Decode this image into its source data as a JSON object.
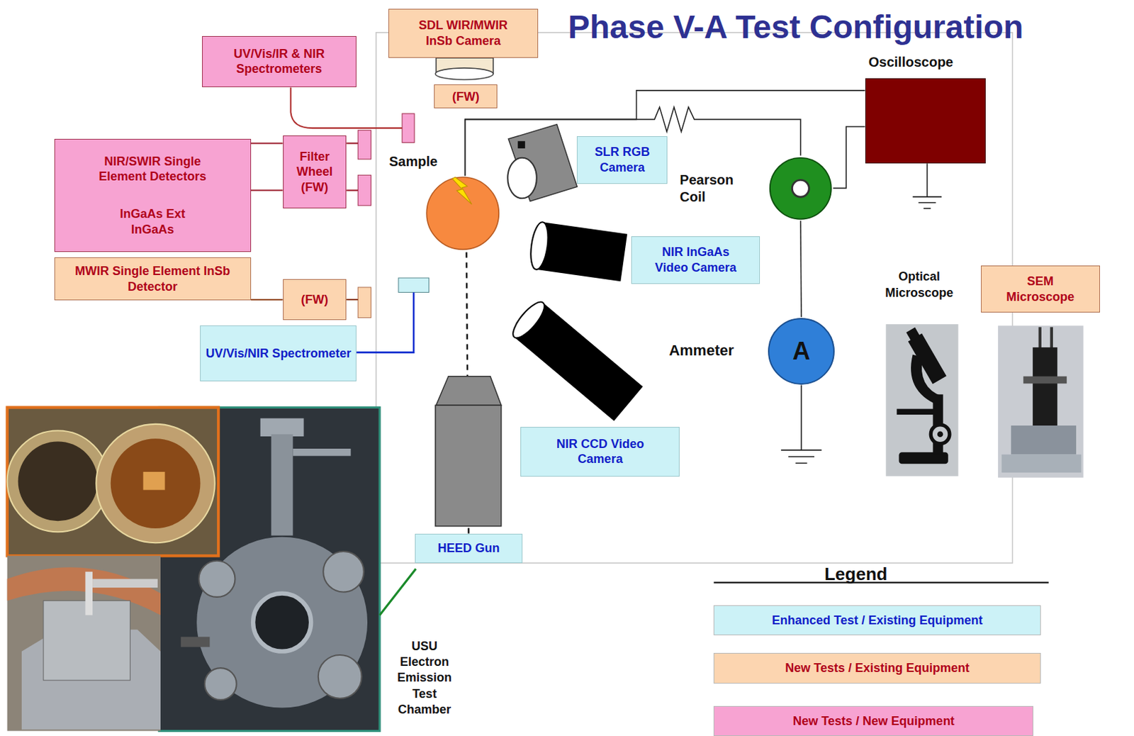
{
  "diagram": {
    "title": "Phase V-A Test Configuration",
    "nodes": [
      {
        "text": [
          "SDL WIR/MWIR InSb Camera"
        ]
      },
      {
        "text": [
          "(FW)"
        ]
      },
      {
        "text": [
          "UV/Vis/IR & NIR Spectrometers"
        ]
      },
      {
        "text": [
          "NIR/SWIR Single Element Detectors",
          "InGaAs Ext InGaAs"
        ]
      },
      {
        "text": [
          "Filter Wheel (FW)"
        ]
      },
      {
        "text": [
          "Sample"
        ]
      },
      {
        "text": [
          "SLR RGB Camera"
        ]
      },
      {
        "text": [
          "Oscilloscope"
        ]
      },
      {
        "text": [
          "Pearson Coil"
        ]
      },
      {
        "text": [
          "NIR InGaAs Video Camera"
        ]
      },
      {
        "text": [
          "MWIR Single Element InSb Detector"
        ]
      },
      {
        "text": [
          "(FW)"
        ]
      },
      {
        "text": [
          "SEM Microscope"
        ]
      },
      {
        "text": [
          "UV/Vis/NIR Spectrometer"
        ]
      },
      {
        "text": [
          "Ammeter",
          "A"
        ]
      },
      {
        "text": [
          "NIR CCD Video Camera"
        ]
      },
      {
        "text": [
          "HEED Gun"
        ]
      }
    ],
    "edges": [
      {
        "from": 3,
        "to": 4,
        "arrow": "none"
      },
      {
        "from": 3,
        "to": 4,
        "arrow": "none"
      },
      {
        "from": 10,
        "to": 11,
        "arrow": "none"
      },
      {
        "from": 16,
        "to": 5,
        "arrow": "none"
      },
      {
        "from": 5,
        "to": 8,
        "arrow": "none"
      },
      {
        "from": 5,
        "to": 7,
        "arrow": "none"
      },
      {
        "from": 8,
        "to": 14,
        "arrow": "none"
      },
      {
        "from": 8,
        "to": 7,
        "arrow": "none"
      }
    ],
    "labels": [
      "Optical Microscope",
      "USU Electron Emission Test Chamber",
      "Legend"
    ],
    "legend": [
      {
        "text": "Enhanced Test / Existing Equipment",
        "color": "#ccf2f7"
      },
      {
        "text": "New Tests / Existing Equipment",
        "color": "#fcd5b0"
      },
      {
        "text": "New Tests / New Equipment",
        "color": "#f7a3d2"
      }
    ]
  }
}
